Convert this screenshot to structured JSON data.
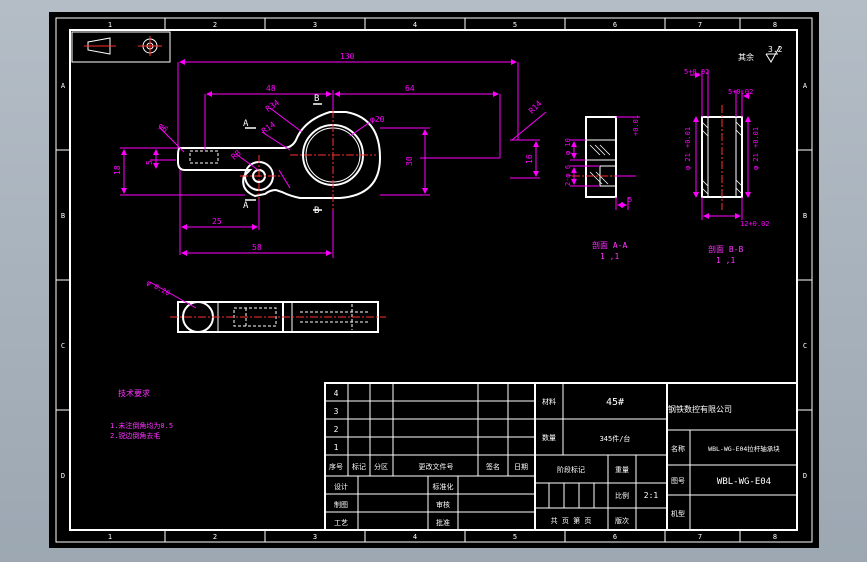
{
  "border": {
    "cols_top": [
      "1",
      "2",
      "3",
      "4",
      "5",
      "6",
      "7",
      "8"
    ],
    "cols_bottom": [
      "1",
      "2",
      "3",
      "4",
      "5",
      "6",
      "7",
      "8"
    ],
    "rows_left": [
      "A",
      "B",
      "C",
      "D"
    ],
    "rows_right": [
      "A",
      "B",
      "C",
      "D"
    ]
  },
  "dimensions": {
    "d130": "130",
    "d48": "48",
    "d64": "64",
    "d30": "30",
    "d25": "25",
    "d58": "58",
    "d18": "18",
    "d16": "16",
    "d5": "5",
    "r34": "R34",
    "r14": "R14",
    "r8": "R8",
    "phi20": "φ20",
    "dphi": "φ6",
    "side_5": "5",
    "right_5_002": "5+0.02",
    "right_5_002b": "5+0.02",
    "right_12": "12+0.02",
    "right_phi21": "φ 21",
    "right_phi21b": "φ 21",
    "tol_001": "+0.01",
    "tol_001b": "+0.01",
    "mid_phi10": "φ 10",
    "mid_phi6": "2-φ 6",
    "bottom_phi020": "φ 0.20"
  },
  "section_labels": {
    "A_top": "A",
    "A_bot": "A",
    "B_top": "B",
    "B_bot": "B",
    "view_aa": "剖面 A-A",
    "view_aa_scale": "1 ,1",
    "view_bb": "剖面 B-B",
    "view_bb_scale": "1 ,1"
  },
  "roughness": {
    "label": "其余",
    "value": "3.2"
  },
  "notes": {
    "title": "技术要求",
    "line1": "1.未注倒角均为0.5",
    "line2": "2.锐边倒角去毛"
  },
  "title_block": {
    "rev_rows": [
      "4",
      "3",
      "2",
      "1"
    ],
    "rev_headers": [
      "序号",
      "标记",
      "分区",
      "更改文件号",
      "签名",
      "日期"
    ],
    "sign_rows": [
      "设计",
      "制图",
      "工艺"
    ],
    "sign_right": [
      "标准化",
      "审核",
      "批准"
    ],
    "material_label": "材料",
    "material_value": "45#",
    "quantity_label": "数量",
    "quantity_value": "345件/台",
    "stage_label": "阶段标记",
    "weight_label": "重量",
    "scale_label": "比例",
    "scale_value": "2:1",
    "sheet_label": "共 页 第 页",
    "version_label": "版次",
    "company": "钢铁数控有限公司",
    "name_label": "名称",
    "name_value": "WBL-WG-E04拉杆轴承块",
    "drawing_label": "图号",
    "drawing_value": "WBL-WG-E04",
    "tool_label": "机型"
  },
  "colors": {
    "outline": "#ffffff",
    "dim": "#ff00ff",
    "centerline": "#ff3030",
    "hidden": "#ffffff",
    "note": "#ff33ff"
  }
}
